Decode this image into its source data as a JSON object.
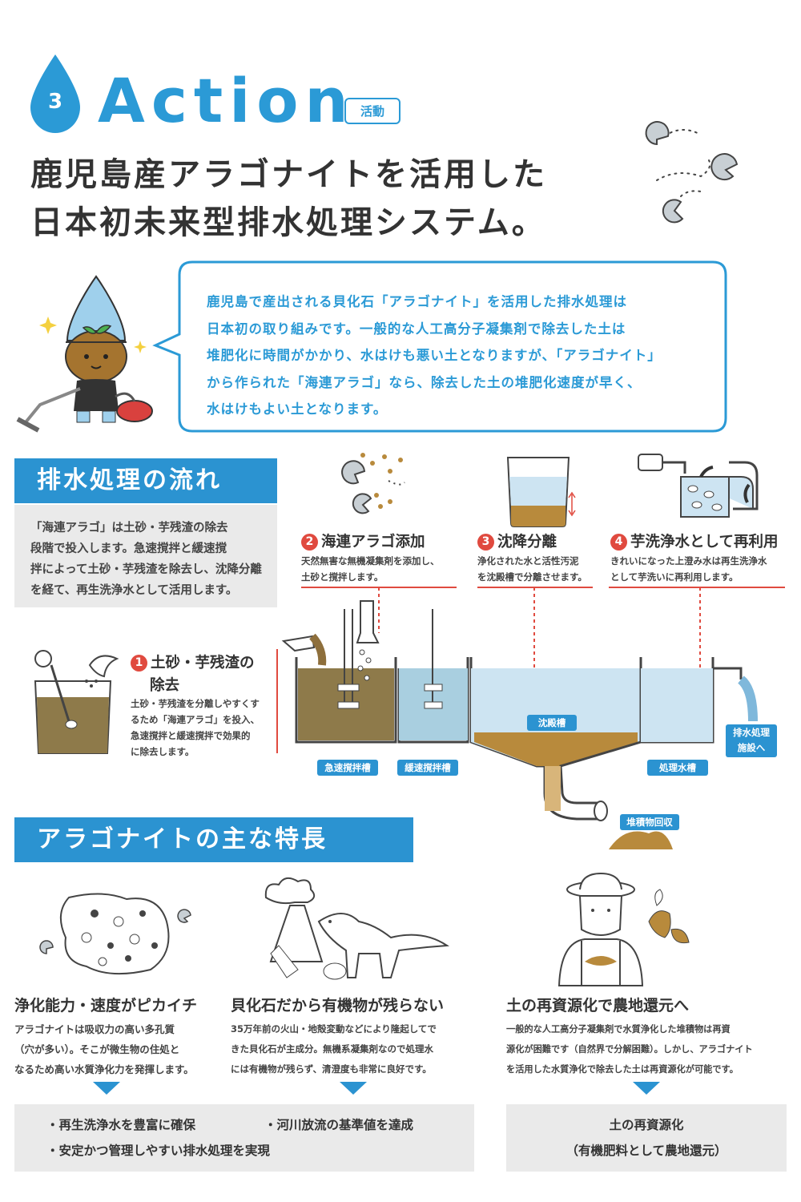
{
  "header": {
    "number": "3",
    "action_word": "Action",
    "badge": "活動",
    "headline_line1": "鹿児島産アラゴナイトを活用した",
    "headline_line2": "日本初未来型排水処理システム。"
  },
  "bubble": {
    "lines": [
      "鹿児島で産出される貝化石「アラゴナイト」を活用した排水処理は",
      "日本初の取り組みです。一般的な人工高分子凝集剤で除去した土は",
      "堆肥化に時間がかかり、水はけも悪い土となりますが、「アラゴナイト」",
      "から作られた「海連アラゴ」なら、除去した土の堆肥化速度が早く、",
      "水はけもよい土となります。"
    ]
  },
  "flow": {
    "title": "排水処理の流れ",
    "intro_lines": [
      "「海連アラゴ」は土砂・芋残渣の除去",
      "段階で投入します。急速撹拌と緩速撹",
      "拌によって土砂・芋残渣を除去し、沈降分離",
      "を経て、再生洗浄水として活用します。"
    ],
    "steps": [
      {
        "num": "1",
        "title_line1": "土砂・芋残渣の",
        "title_line2": "除去",
        "desc": [
          "土砂・芋残渣を分離しやすくす",
          "るため「海連アラゴ」を投入、",
          "急速撹拌と緩速撹拌で効果的",
          "に除去します。"
        ]
      },
      {
        "num": "2",
        "title": "海連アラゴ添加",
        "desc": [
          "天然無害な無機凝集剤を添加し、",
          "土砂と撹拌します。"
        ]
      },
      {
        "num": "3",
        "title": "沈降分離",
        "desc": [
          "浄化された水と活性汚泥",
          "を沈殿槽で分離させます。"
        ]
      },
      {
        "num": "4",
        "title": "芋洗浄水として再利用",
        "desc": [
          "きれいになった上澄み水は再生洗浄水",
          "として芋洗いに再利用します。"
        ]
      }
    ],
    "labels": {
      "rapid_tank": "急速撹拌槽",
      "slow_tank": "緩速撹拌槽",
      "settling_tank": "沈殿槽",
      "treated_tank": "処理水槽",
      "to_facility_line1": "排水処理",
      "to_facility_line2": "施設へ",
      "sediment": "堆積物回収"
    }
  },
  "features": {
    "title": "アラゴナイトの主な特長",
    "items": [
      {
        "title": "浄化能力・速度がピカイチ",
        "desc": [
          "アラゴナイトは吸収力の高い多孔質",
          "（穴が多い）。そこが微生物の住処と",
          "なるため高い水質浄化力を発揮します。"
        ]
      },
      {
        "title": "貝化石だから有機物が残らない",
        "desc": [
          "35万年前の火山・地殻変動などにより隆起してで",
          "きた貝化石が主成分。無機系凝集剤なので処理水",
          "には有機物が残らず、清澄度も非常に良好です。"
        ]
      },
      {
        "title": "土の再資源化で農地還元へ",
        "desc": [
          "一般的な人工高分子凝集剤で水質浄化した堆積物は再資",
          "源化が困難です（自然界で分解困難）。しかし、アラゴナイト",
          "を活用した水質浄化で除去した土は再資源化が可能です。"
        ]
      }
    ],
    "results_left": [
      "・再生洗浄水を豊富に確保",
      "・河川放流の基準値を達成",
      "・安定かつ管理しやすい排水処理を実現"
    ],
    "results_right": [
      "土の再資源化",
      "（有機肥料として農地還元）"
    ]
  },
  "colors": {
    "accent": "#2b93d1",
    "step_red": "#e04a3f",
    "soil": "#b88a3c",
    "water": "#cde4f2",
    "gray_box": "#eaeaea"
  },
  "icons": [
    "water-drop-icon",
    "pacman-particle-icon",
    "mascot-drop-character",
    "vacuum-cleaner-icon",
    "beaker-icon",
    "faucet-icon",
    "porous-stone-icon",
    "volcano-dinosaur-icon",
    "farmer-icon"
  ]
}
